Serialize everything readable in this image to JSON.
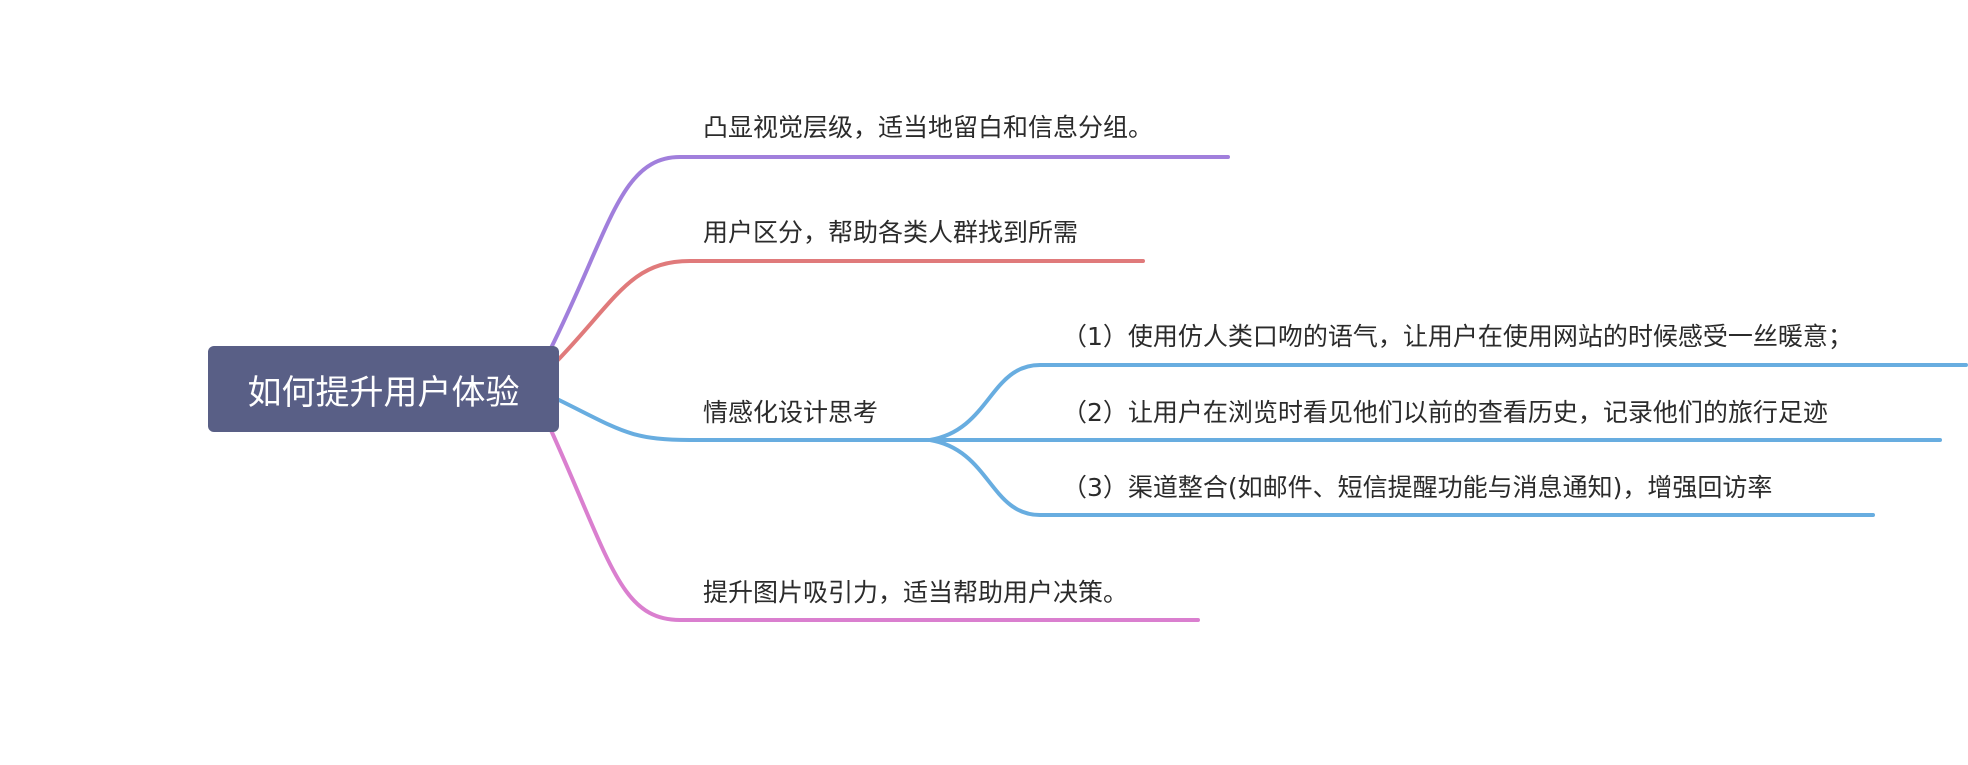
{
  "root": {
    "label": "如何提升用户体验",
    "color": "#595f86"
  },
  "branches": [
    {
      "label": "凸显视觉层级，适当地留白和信息分组。",
      "color": "#a17fdc",
      "children": []
    },
    {
      "label": "用户区分，帮助各类人群找到所需",
      "color": "#e07a7b",
      "children": []
    },
    {
      "label": "情感化设计思考",
      "color": "#68ade0",
      "children": [
        {
          "label": "（1）使用仿人类口吻的语气，让用户在使用网站的时候感受一丝暖意；"
        },
        {
          "label": "（2）让用户在浏览时看见他们以前的查看历史，记录他们的旅行足迹"
        },
        {
          "label": "（3）渠道整合(如邮件、短信提醒功能与消息通知)，增强回访率"
        }
      ]
    },
    {
      "label": "提升图片吸引力，适当帮助用户决策。",
      "color": "#da7fcf",
      "children": []
    }
  ]
}
